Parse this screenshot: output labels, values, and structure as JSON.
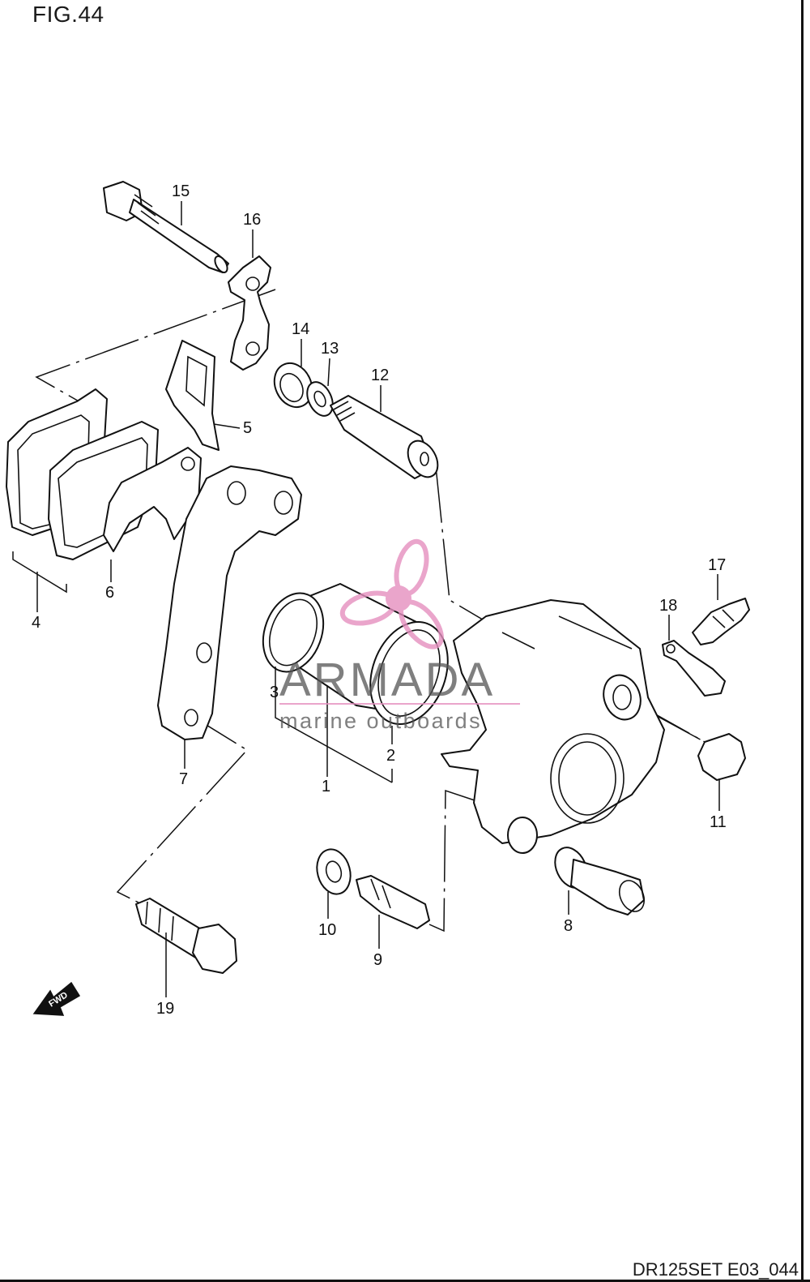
{
  "figure": {
    "title": "FIG.44",
    "code": "DR125SET E03_044"
  },
  "watermark": {
    "brand": "ARMADA",
    "tagline": "marine outboards",
    "accent_color": "#e58fbf"
  },
  "fwd_label": "FWD",
  "callouts": [
    "1",
    "2",
    "3",
    "4",
    "5",
    "6",
    "7",
    "8",
    "9",
    "10",
    "11",
    "12",
    "13",
    "14",
    "15",
    "16",
    "17",
    "18",
    "19"
  ]
}
